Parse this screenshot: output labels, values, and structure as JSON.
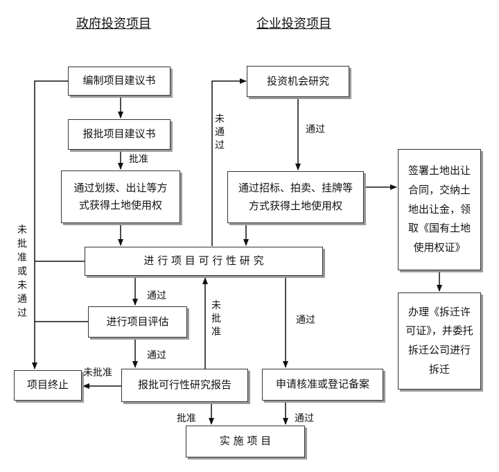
{
  "headers": {
    "gov": "政府投资项目",
    "ent": "企业投资项目"
  },
  "boxes": {
    "b1": "编制项目建议书",
    "b2": "报批项目建议书",
    "b3a": "通过划拨、出让等方",
    "b3b": "式获得土地使用权",
    "feas": "进 行 项 目 可 行 性 研 究",
    "eval": "进行项目评估",
    "report": "报批可行性研究报告",
    "terminate": "项目终止",
    "e1": "投资机会研究",
    "e2a": "通过招标、拍卖、挂牌等",
    "e2b": "方式获得土地使用权",
    "sign1": "签署土地出让",
    "sign2": "合同，交纳土",
    "sign3": "地出让金，领",
    "sign4": "取《国有土地",
    "sign5": "使用权证》",
    "demo1": "办理《拆迁许",
    "demo2": "可证》，并委托",
    "demo3": "拆迁公司进行",
    "demo4": "拆迁",
    "approve": "申请核准或登记备案",
    "implement": "实 施 项 目"
  },
  "labels": {
    "approved1": "批准",
    "passed_eval": "通过",
    "passed_report": "通过",
    "not_approved_left": "未批准",
    "not_approved_vertical": "未批准",
    "approved_bottom": "批准",
    "passed_ent": "通过",
    "passed_apply": "通过",
    "passed_bottom": "通过",
    "not_passed_vertical": "未通过",
    "left_vertical": "未批准或未通过"
  }
}
